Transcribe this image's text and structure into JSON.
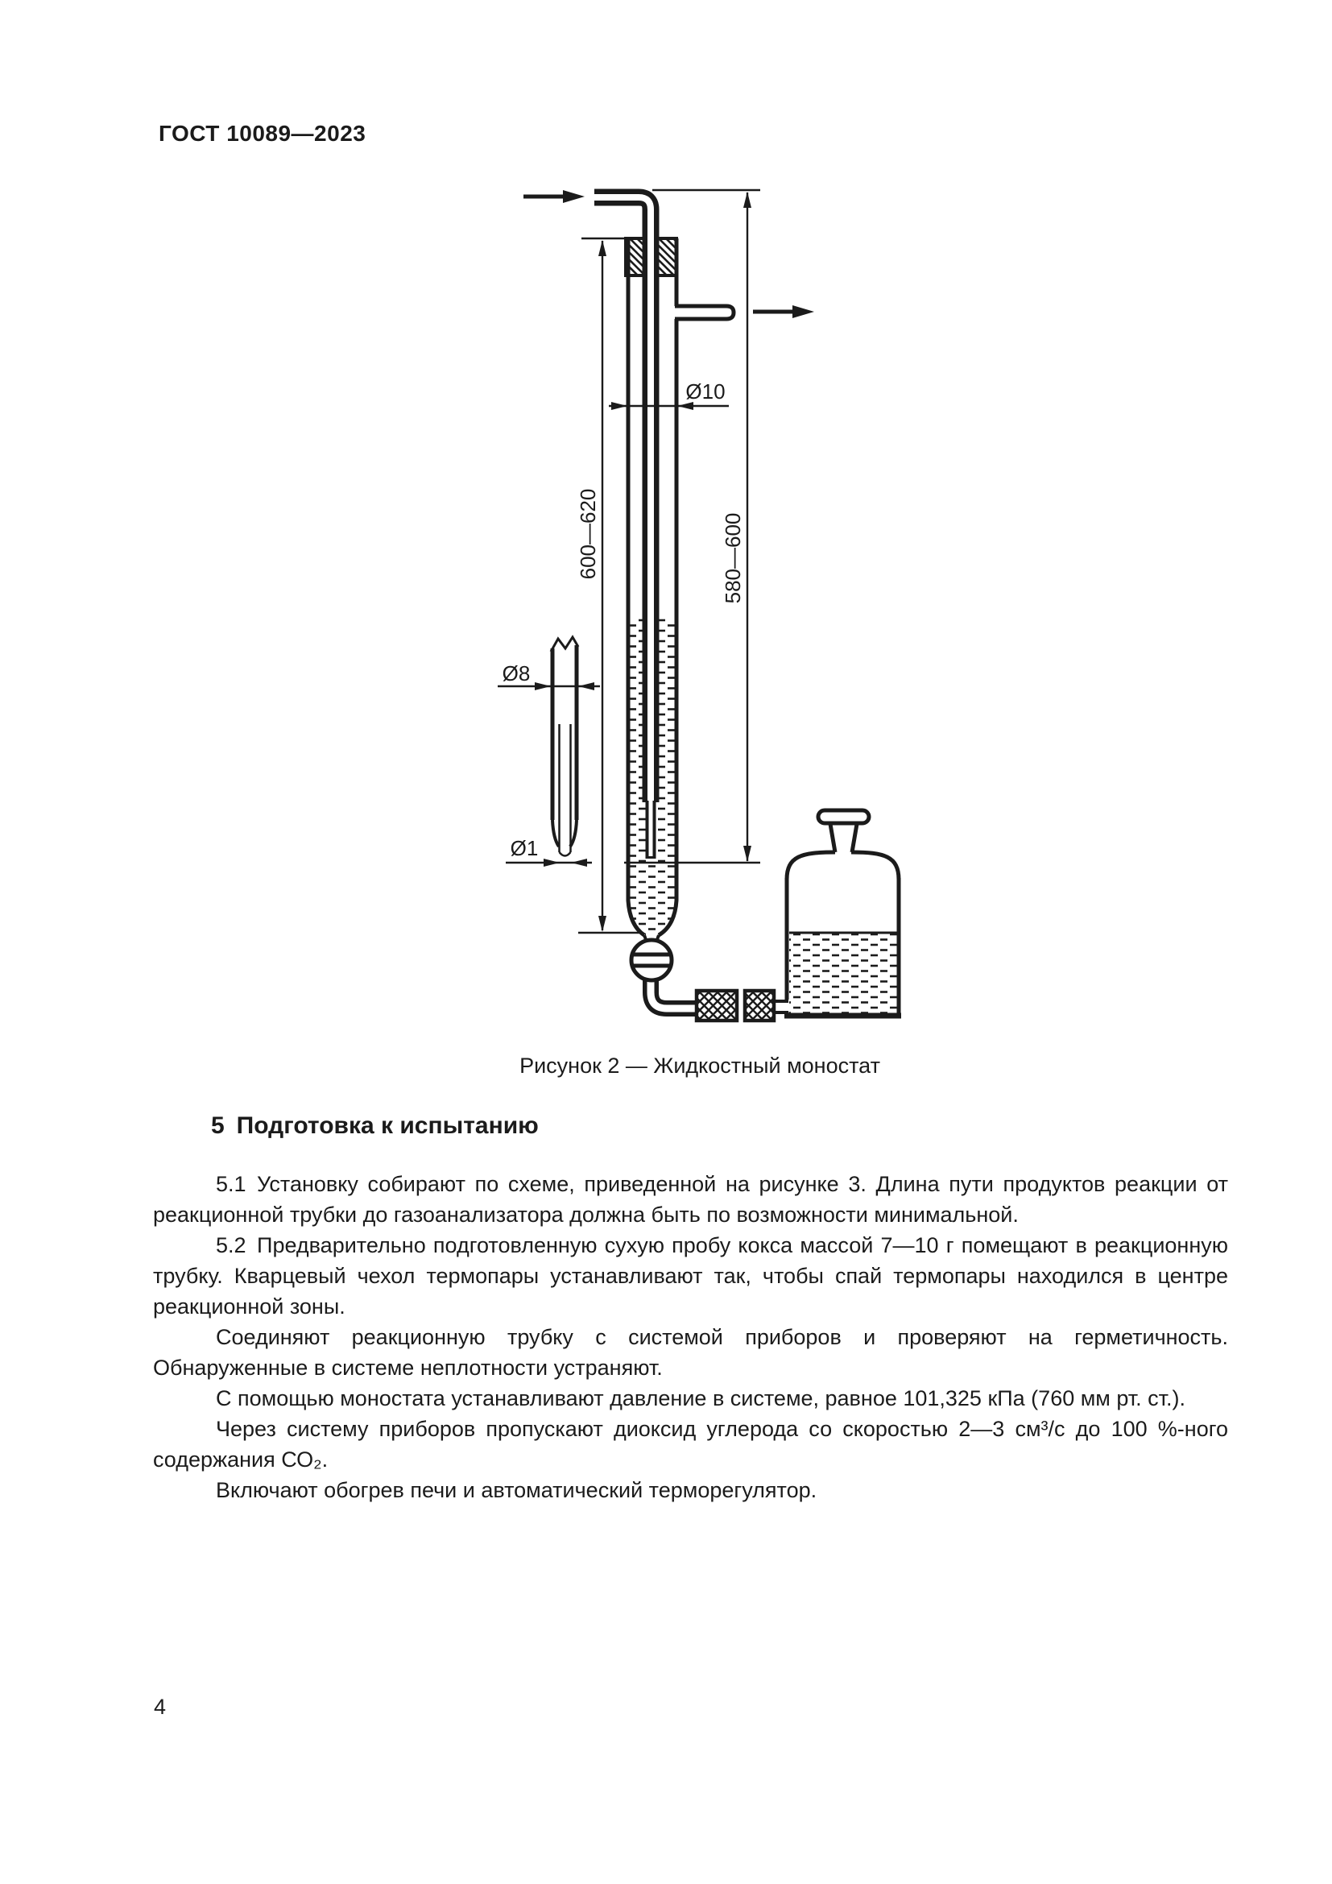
{
  "page": {
    "header": "ГОСТ 10089—2023",
    "number": "4"
  },
  "figure": {
    "caption": "Рисунок 2 — Жидкостный моностат",
    "dims": {
      "left_height": "600—620",
      "right_height": "580—600",
      "tube_diameter": "Ø10",
      "detail_outer_diameter": "Ø8",
      "detail_tip_diameter": "Ø1"
    }
  },
  "section": {
    "heading": "5 Подготовка к испытанию",
    "paragraphs": [
      "5.1 Установку собирают по схеме, приведенной на рисунке 3. Длина пути продуктов реакции от реакционной трубки до газоанализатора должна быть по возможности минимальной.",
      "5.2 Предварительно подготовленную сухую пробу кокса массой 7—10 г помещают в реакционную трубку. Кварцевый чехол термопары устанавливают так, чтобы спай термопары находился в центре реакционной зоны.",
      "Соединяют реакционную трубку с системой приборов и проверяют на герметичность. Обнаруженные в системе неплотности устраняют.",
      "С помощью моностата устанавливают давление в системе, равное 101,325 кПа (760 мм рт. ст.).",
      "Через систему приборов пропускают диоксид углерода со скоростью 2—3 см³/с до 100 %-ного содержания СО₂.",
      "Включают обогрев печи и автоматический терморегулятор."
    ]
  }
}
